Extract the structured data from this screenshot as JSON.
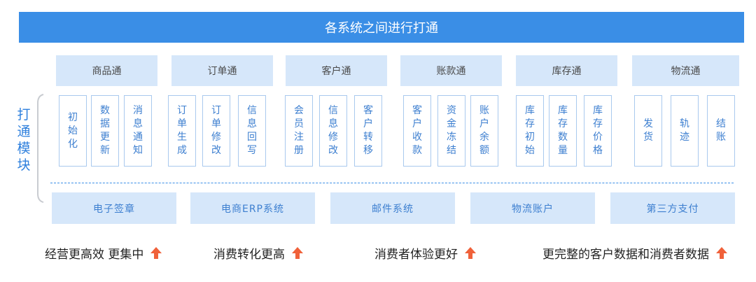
{
  "banner": {
    "title": "各系统之间进行打通"
  },
  "side_label": "打通模块",
  "groups": [
    {
      "title": "商品通",
      "items": [
        "初始化",
        "数据更新",
        "消息通知"
      ]
    },
    {
      "title": "订单通",
      "items": [
        "订单生成",
        "订单修改",
        "信息回写"
      ]
    },
    {
      "title": "客户通",
      "items": [
        "会员注册",
        "信息修改",
        "客户转移"
      ]
    },
    {
      "title": "账款通",
      "items": [
        "客户收款",
        "资金冻结",
        "账户余额"
      ]
    },
    {
      "title": "库存通",
      "items": [
        "库存初始",
        "库存数量",
        "库存价格"
      ]
    },
    {
      "title": "物流通",
      "items": [
        "发货",
        "轨迹",
        "结账"
      ]
    }
  ],
  "systems": [
    "电子签章",
    "电商ERP系统",
    "邮件系统",
    "物流账户",
    "第三方支付"
  ],
  "benefits": [
    "经营更高效 更集中",
    "消费转化更高",
    "消费者体验更好",
    "更完整的客户数据和消费者数据"
  ],
  "colors": {
    "banner": "#3a8ee6",
    "tile": "#d6e7fa",
    "accent": "#2f80dd",
    "arrow": "#f0613a"
  }
}
